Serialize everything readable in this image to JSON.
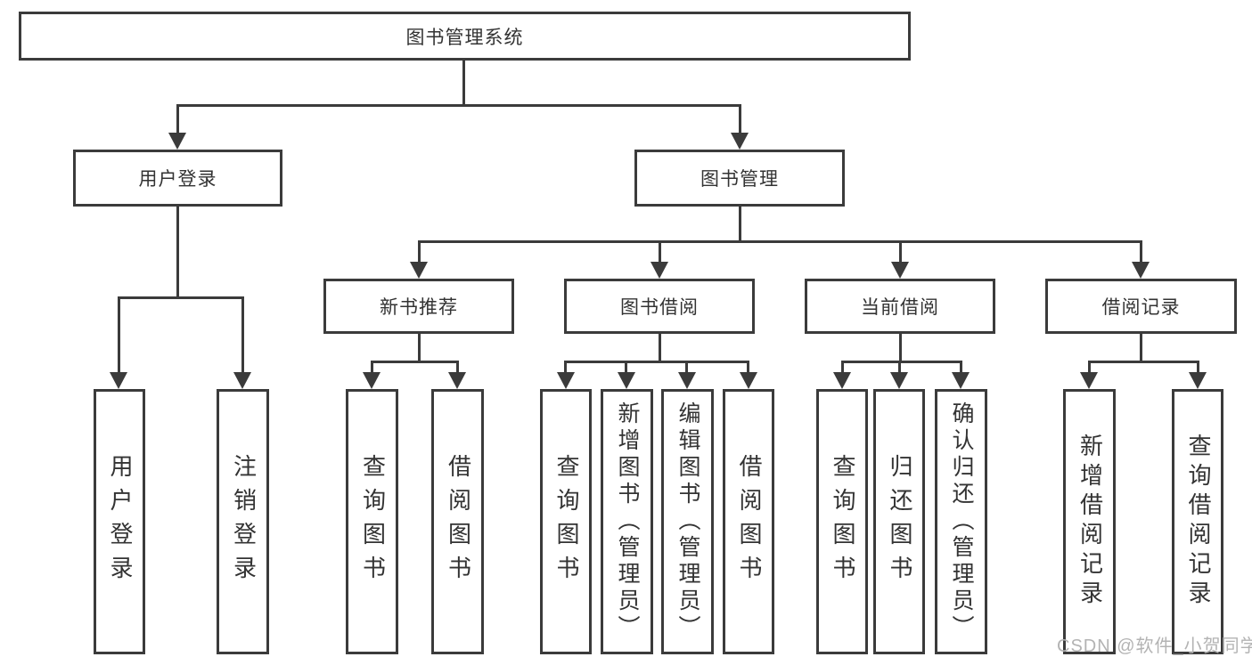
{
  "diagram_type": "hierarchy-tree",
  "nodes": {
    "root": "图书管理系统",
    "level2": [
      "用户登录",
      "图书管理"
    ],
    "level3": [
      "新书推荐",
      "图书借阅",
      "当前借阅",
      "借阅记录"
    ],
    "leaves_login": [
      "用户登录",
      "注销登录"
    ],
    "leaves_recommend": [
      "查询图书",
      "借阅图书"
    ],
    "leaves_borrow": [
      "查询图书",
      "新增图书（管理员）",
      "编辑图书（管理员）",
      "借阅图书"
    ],
    "leaves_current": [
      "查询图书",
      "归还图书",
      "确认归还（管理员）"
    ],
    "leaves_records": [
      "新增借阅记录",
      "查询借阅记录"
    ]
  },
  "watermark": "CSDN @软件_小贺同学",
  "colors": {
    "line": "#3b3b3b",
    "text": "#333333",
    "background": "#ffffff",
    "watermark": "#b3b3b3"
  }
}
